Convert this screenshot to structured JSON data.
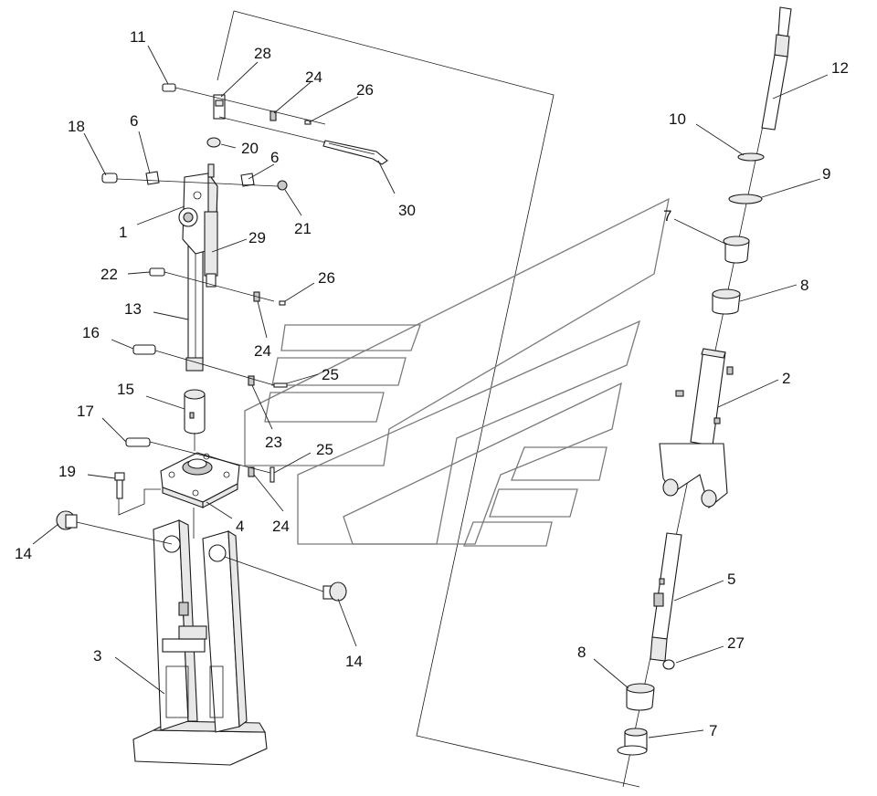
{
  "diagram": {
    "labels": {
      "l1": "1",
      "l2": "2",
      "l3": "3",
      "l4": "4",
      "l5": "5",
      "l6a": "6",
      "l6b": "6",
      "l7a": "7",
      "l7b": "7",
      "l8a": "8",
      "l8b": "8",
      "l9": "9",
      "l10": "10",
      "l11": "11",
      "l12": "12",
      "l13": "13",
      "l14a": "14",
      "l14b": "14",
      "l15": "15",
      "l16": "16",
      "l17": "17",
      "l18": "18",
      "l19": "19",
      "l20": "20",
      "l21": "21",
      "l22": "22",
      "l23": "23",
      "l24a": "24",
      "l24b": "24",
      "l24c": "24",
      "l25a": "25",
      "l25b": "25",
      "l26a": "26",
      "l26b": "26",
      "l27": "27",
      "l28": "28",
      "l29": "29",
      "l30": "30"
    }
  }
}
